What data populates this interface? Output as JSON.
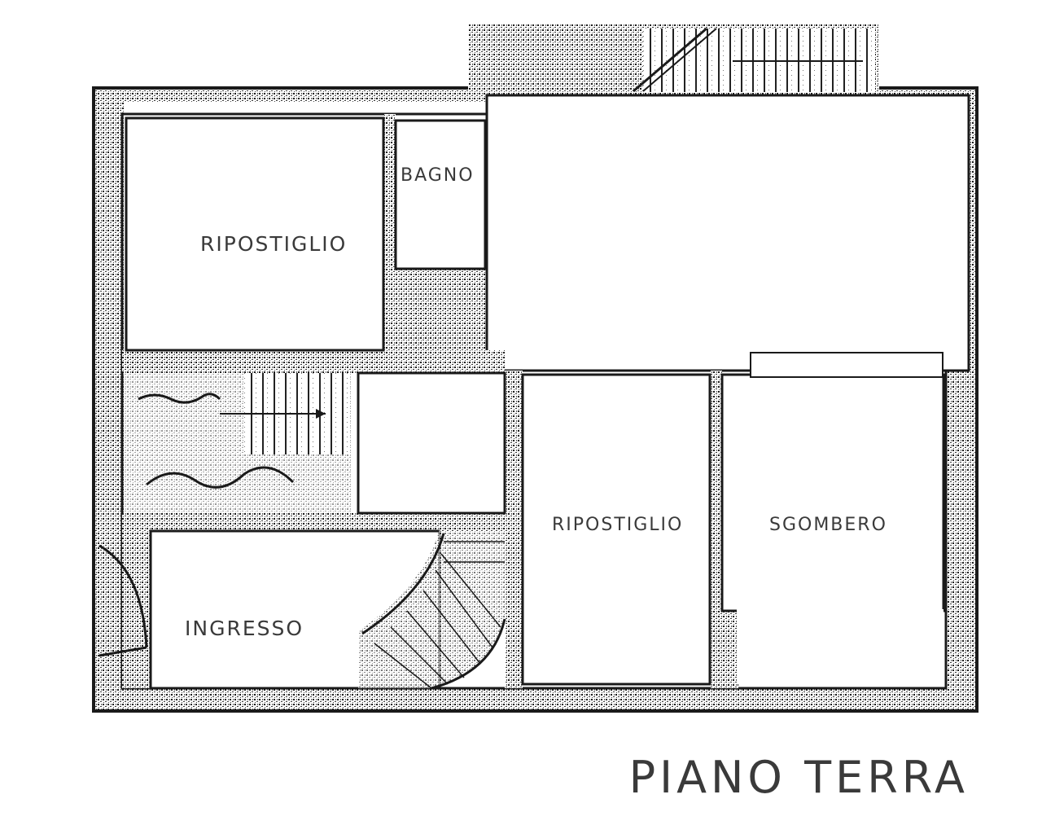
{
  "floor_plan": {
    "title": "PIANO TERRA",
    "rooms": [
      {
        "id": "ripostiglio-1",
        "label": "RIPOSTIGLIO"
      },
      {
        "id": "bagno",
        "label": "BAGNO"
      },
      {
        "id": "ripostiglio-2",
        "label": "RIPOSTIGLIO"
      },
      {
        "id": "sgombero",
        "label": "SGOMBERO"
      },
      {
        "id": "ingresso",
        "label": "INGRESSO"
      }
    ],
    "colors": {
      "wall": "#1a1a1a",
      "hatch": "#555555",
      "label": "#3a3a3a",
      "background": "#ffffff"
    }
  }
}
